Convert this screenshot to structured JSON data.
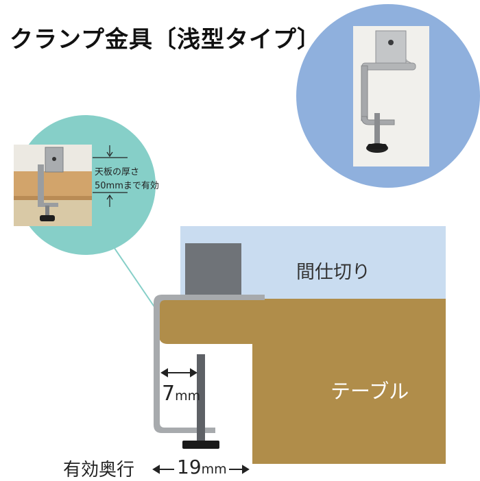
{
  "title": "クランプ金具〔浅型タイプ〕",
  "labels": {
    "partition": "間仕切り",
    "table": "テーブル",
    "gap": "7",
    "gap_unit": "mm",
    "depth_label": "有効奥行",
    "depth": "19",
    "depth_unit": "mm",
    "thickness_line1": "天板の厚さ",
    "thickness_line2": "50mmまで有効"
  },
  "colors": {
    "partition": "#c9dcf0",
    "table": "#b08d4a",
    "clamp": "#a9acaf",
    "bolt": "#5e6166",
    "teal_circle": "#86cfc8",
    "blue_circle": "#8fb0dd"
  }
}
